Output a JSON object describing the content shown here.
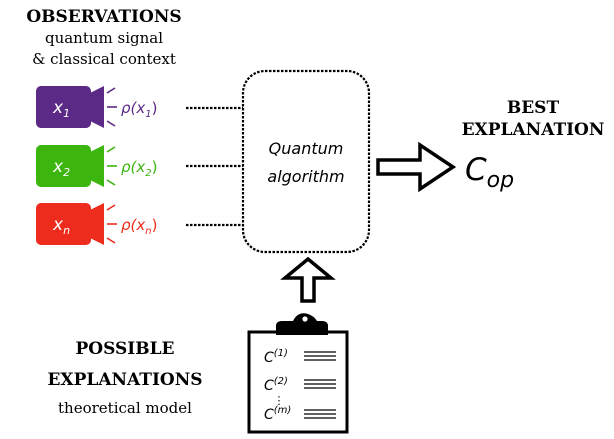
{
  "observations": {
    "title": "OBSERVATIONS",
    "subtitle_line1": "quantum signal",
    "subtitle_line2": "& classical context",
    "sources": [
      {
        "var": "x",
        "sub": "1",
        "color": "#5b2a86",
        "rho_text": "ρ(x",
        "rho_sub": "1",
        "rho_close": ")"
      },
      {
        "var": "x",
        "sub": "2",
        "color": "#3cb50f",
        "rho_text": "ρ(x",
        "rho_sub": "2",
        "rho_close": ")"
      },
      {
        "var": "x",
        "sub": "n",
        "color": "#ee2c1d",
        "rho_text": "ρ(x",
        "rho_sub": "n",
        "rho_close": ")"
      }
    ]
  },
  "algorithm": {
    "label_line1": "Quantum",
    "label_line2": "algorithm"
  },
  "best": {
    "title_line1": "BEST",
    "title_line2": "EXPLANATION",
    "result_main": "C",
    "result_sub": "op"
  },
  "possible": {
    "title_line1": "POSSIBLE",
    "title_line2": "EXPLANATIONS",
    "subtitle": "theoretical model",
    "entries": [
      {
        "main": "C",
        "sup": "(1)"
      },
      {
        "main": "C",
        "sup": "(2)"
      },
      {
        "main": "C",
        "sup": "(m)"
      }
    ],
    "ellipsis": "⋮"
  }
}
